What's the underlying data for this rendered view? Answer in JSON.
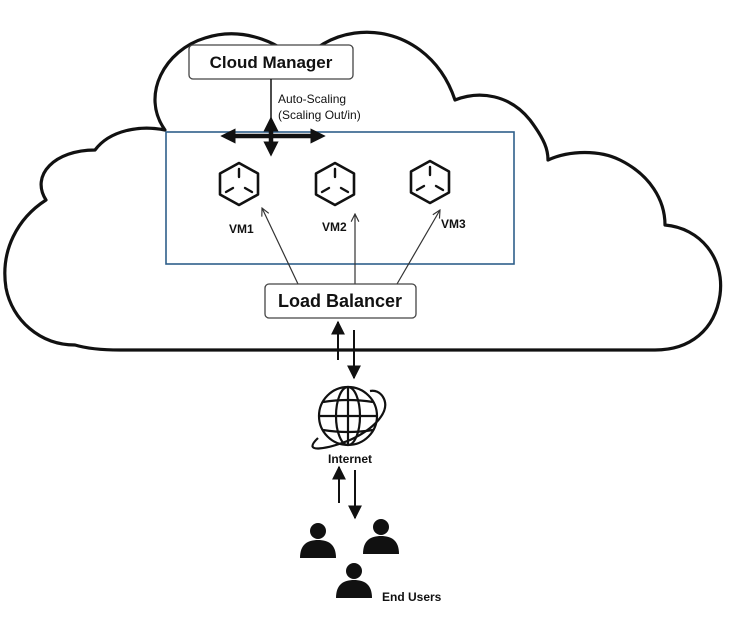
{
  "diagram": {
    "cloud_manager": "Cloud Manager",
    "auto_scaling_line1": "Auto-Scaling",
    "auto_scaling_line2": "(Scaling Out/in)",
    "vms": [
      "VM1",
      "VM2",
      "VM3"
    ],
    "load_balancer": "Load Balancer",
    "internet": "Internet",
    "end_users": "End Users"
  },
  "colors": {
    "vm_group_border": "#2f5f8a",
    "stroke": "#111111",
    "box_border": "#444444"
  },
  "icons": [
    "cloud-shape",
    "cube-icon",
    "globe-icon",
    "user-icon"
  ]
}
